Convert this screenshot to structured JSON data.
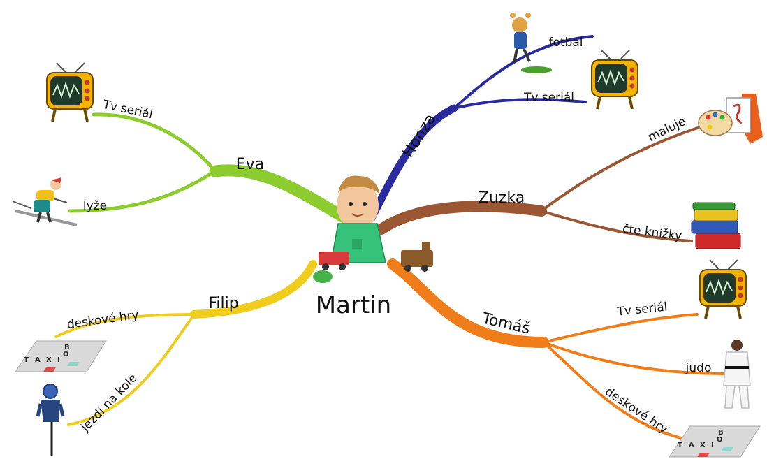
{
  "center": {
    "label": "Martin"
  },
  "branches": [
    {
      "id": "eva",
      "label": "Eva",
      "color": "#8dcc2f",
      "leaves": [
        {
          "label": "Tv seriál",
          "icon": "tv-icon"
        },
        {
          "label": "lyže",
          "icon": "skier-icon"
        }
      ]
    },
    {
      "id": "honza",
      "label": "Honza",
      "color": "#2b2ba0",
      "leaves": [
        {
          "label": "fotbal",
          "icon": "football-player-icon"
        },
        {
          "label": "Tv seriál",
          "icon": "tv-icon"
        }
      ]
    },
    {
      "id": "zuzka",
      "label": "Zuzka",
      "color": "#9b5634",
      "leaves": [
        {
          "label": "maluje",
          "icon": "painting-palette-icon"
        },
        {
          "label": "čte knížky",
          "icon": "books-icon"
        }
      ]
    },
    {
      "id": "filip",
      "label": "Filip",
      "color": "#f0cc1c",
      "leaves": [
        {
          "label": "deskové hry",
          "icon": "board-game-icon"
        },
        {
          "label": "jezdí na kole",
          "icon": "cyclist-icon"
        }
      ]
    },
    {
      "id": "tomas",
      "label": "Tomáš",
      "color": "#ef7d1a",
      "leaves": [
        {
          "label": "Tv seriál",
          "icon": "tv-icon"
        },
        {
          "label": "judo",
          "icon": "judoka-icon"
        },
        {
          "label": "deskové hry",
          "icon": "board-game-icon"
        }
      ]
    }
  ],
  "board_game_tiles": [
    "T",
    "A",
    "X",
    "I",
    "B",
    "O"
  ]
}
